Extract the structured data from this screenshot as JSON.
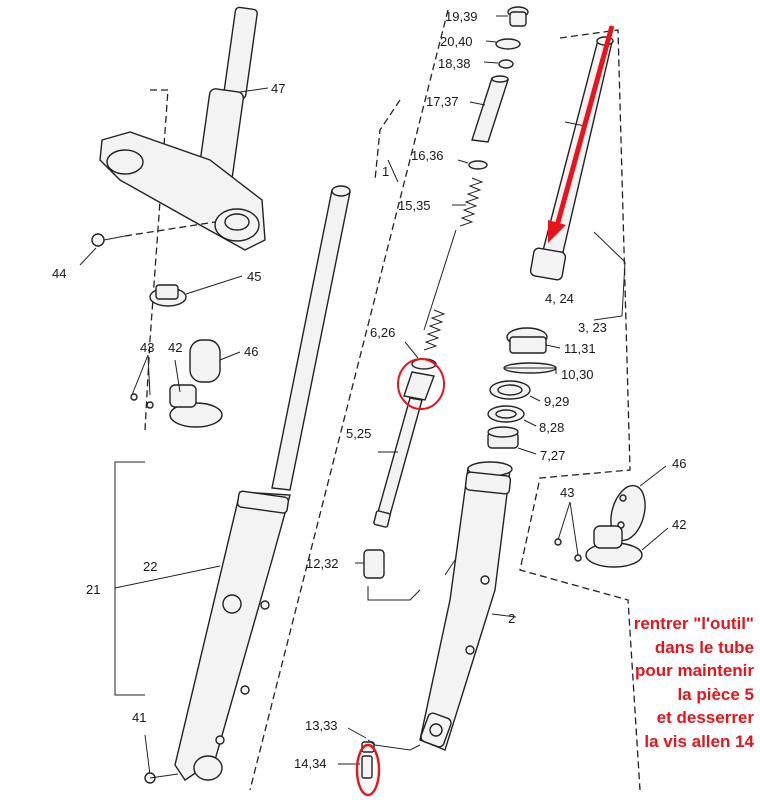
{
  "parts": {
    "p47": "47",
    "p44": "44",
    "p45": "45",
    "p43a": "43",
    "p42a": "42",
    "p46a": "46",
    "p21": "21",
    "p22": "22",
    "p41": "41",
    "p19": "19,39",
    "p20": "20,40",
    "p18": "18,38",
    "p17": "17,37",
    "p16": "16,36",
    "p1": "1",
    "p15": "15,35",
    "p6": "6,26",
    "p5": "5,25",
    "p12": "12,32",
    "p13": "13,33",
    "p14": "14,34",
    "p2": "2",
    "p4": "4, 24",
    "p3": "3, 23",
    "p11": "11,31",
    "p10": "10,30",
    "p9": "9,29",
    "p8": "8,28",
    "p7": "7,27",
    "p46b": "46",
    "p43b": "43",
    "p42b": "42"
  },
  "annotation": {
    "lines": [
      "rentrer \"l'outil\"",
      "dans le tube",
      "pour maintenir",
      "la pièce 5",
      "et desserrer",
      "la vis allen 14"
    ],
    "color": "#e8141b"
  },
  "highlight_color": "#e8141b"
}
